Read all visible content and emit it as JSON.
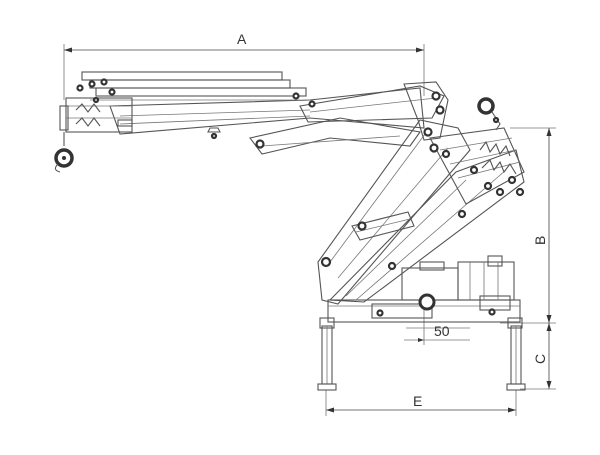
{
  "drawing": {
    "dimension_labels": {
      "a": "A",
      "b": "B",
      "c": "C",
      "e": "E",
      "offset": "50"
    },
    "colors": {
      "line": "#555555",
      "dimension": "#444444",
      "background": "#ffffff"
    }
  }
}
